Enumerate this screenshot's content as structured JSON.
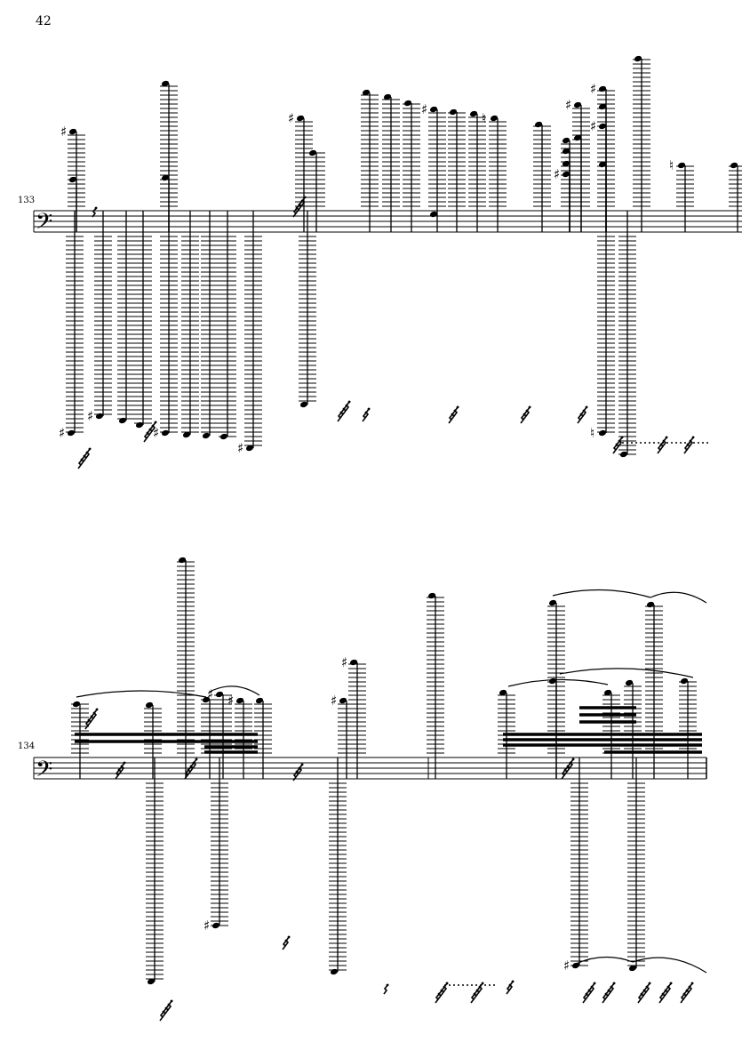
{
  "page": {
    "number": "42"
  },
  "systems": [
    {
      "measure_number": "133",
      "clef": "bass"
    },
    {
      "measure_number": "134",
      "clef": "bass"
    }
  ],
  "glyphs": {
    "sharp": "♯",
    "natural": "♮",
    "bass_clef": "𝄢"
  }
}
